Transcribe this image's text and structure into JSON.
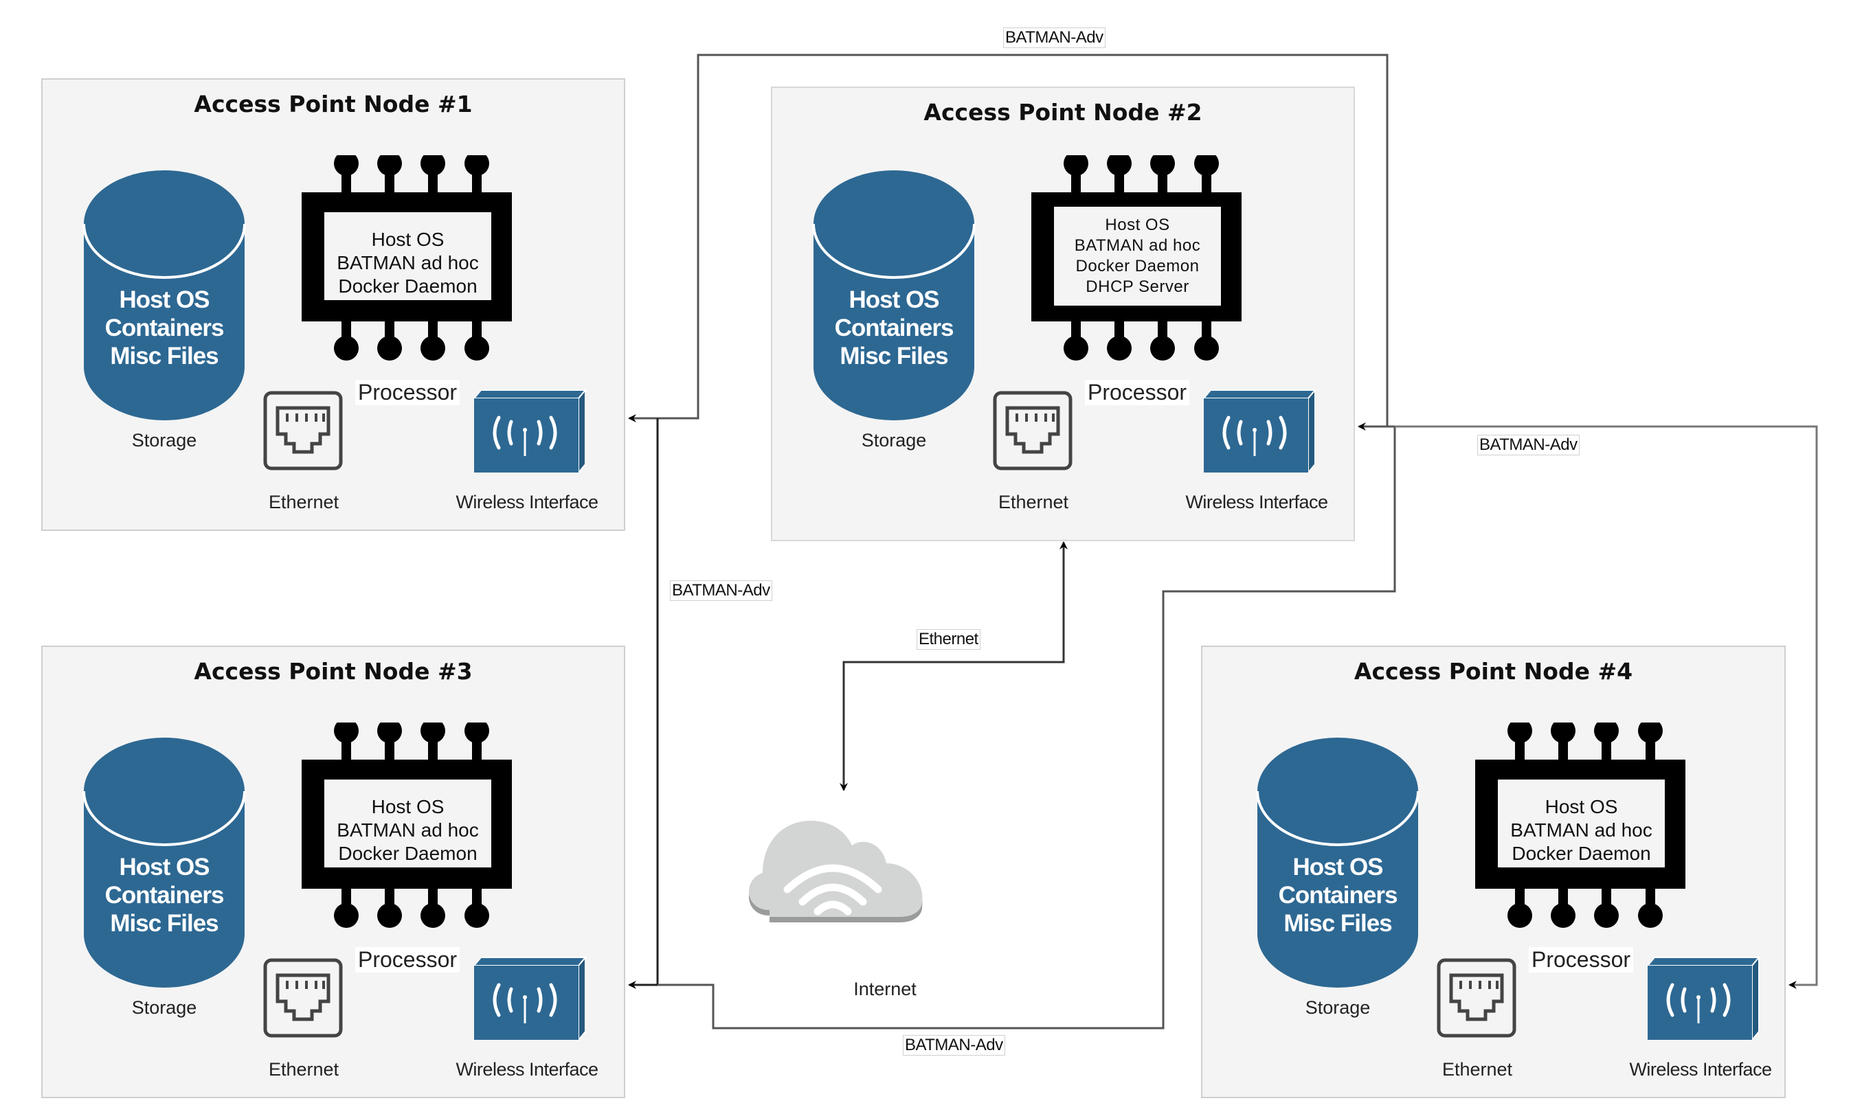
{
  "diagram": {
    "colors": {
      "node_fill": "#f4f4f4",
      "node_border": "#cfcfcf",
      "accent_blue": "#2d6893",
      "chip": "#000000",
      "cloud": "#d3d4d4",
      "cloud_shadow": "#9a9b9b",
      "wire": "#555555"
    },
    "nodes": [
      {
        "id": "node-1",
        "title": "Access Point Node #1",
        "storage": {
          "lines": [
            "Host OS",
            "Containers",
            "Misc Files"
          ],
          "label": "Storage"
        },
        "processor": {
          "lines": [
            "Host OS",
            "BATMAN ad hoc",
            "Docker Daemon"
          ],
          "label": "Processor"
        },
        "ethernet": {
          "label": "Ethernet",
          "icon": "ethernet-port-icon"
        },
        "wireless": {
          "label": "Wireless Interface",
          "icon": "wireless-antenna-icon"
        }
      },
      {
        "id": "node-2",
        "title": "Access Point Node #2",
        "storage": {
          "lines": [
            "Host OS",
            "Containers",
            "Misc Files"
          ],
          "label": "Storage"
        },
        "processor": {
          "lines": [
            "Host OS",
            "BATMAN ad hoc",
            "Docker Daemon",
            "DHCP Server"
          ],
          "label": "Processor"
        },
        "ethernet": {
          "label": "Ethernet",
          "icon": "ethernet-port-icon"
        },
        "wireless": {
          "label": "Wireless Interface",
          "icon": "wireless-antenna-icon"
        }
      },
      {
        "id": "node-3",
        "title": "Access Point Node #3",
        "storage": {
          "lines": [
            "Host OS",
            "Containers",
            "Misc Files"
          ],
          "label": "Storage"
        },
        "processor": {
          "lines": [
            "Host OS",
            "BATMAN ad hoc",
            "Docker Daemon"
          ],
          "label": "Processor"
        },
        "ethernet": {
          "label": "Ethernet",
          "icon": "ethernet-port-icon"
        },
        "wireless": {
          "label": "Wireless Interface",
          "icon": "wireless-antenna-icon"
        }
      },
      {
        "id": "node-4",
        "title": "Access Point Node #4",
        "storage": {
          "lines": [
            "Host OS",
            "Containers",
            "Misc Files"
          ],
          "label": "Storage"
        },
        "processor": {
          "lines": [
            "Host OS",
            "BATMAN ad hoc",
            "Docker Daemon"
          ],
          "label": "Processor"
        },
        "ethernet": {
          "label": "Ethernet",
          "icon": "ethernet-port-icon"
        },
        "wireless": {
          "label": "Wireless Interface",
          "icon": "wireless-antenna-icon"
        }
      }
    ],
    "internet": {
      "label": "Internet",
      "icon": "cloud-wifi-icon"
    },
    "edges": [
      {
        "id": "edge-n2-n1",
        "from": "Access Point Node #2",
        "to": "Access Point Node #1",
        "label": "BATMAN-Adv"
      },
      {
        "id": "edge-n1-n3",
        "from": "Access Point Node #1",
        "to": "Access Point Node #3",
        "label": "BATMAN-Adv"
      },
      {
        "id": "edge-n4-n2",
        "from": "Access Point Node #4",
        "to": "Access Point Node #2",
        "label": "BATMAN-Adv"
      },
      {
        "id": "edge-n3-n2",
        "from": "Access Point Node #3",
        "to": "Access Point Node #2",
        "label": "BATMAN-Adv"
      },
      {
        "id": "edge-internet-n2",
        "from": "Internet",
        "to": "Access Point Node #2",
        "label": "Ethernet"
      }
    ]
  }
}
